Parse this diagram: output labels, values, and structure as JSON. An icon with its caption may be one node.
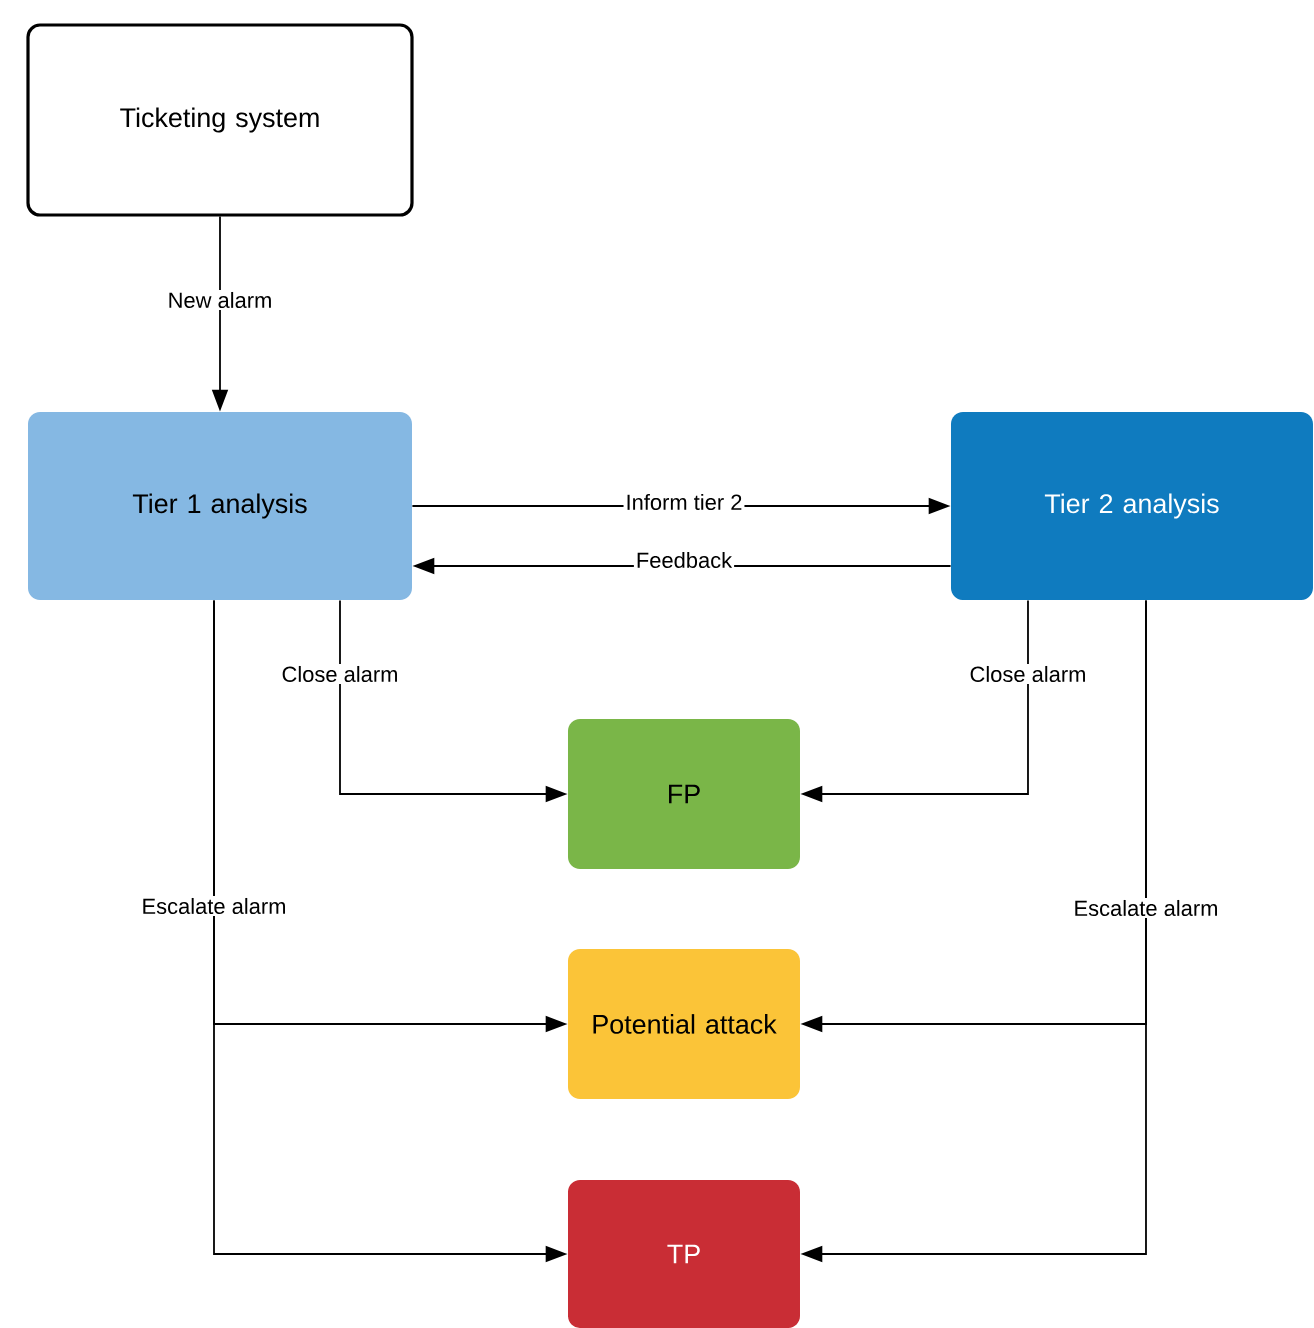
{
  "diagram": {
    "nodes": [
      {
        "text": [
          "Ticketing system"
        ]
      },
      {
        "text": [
          "Tier 1 analysis"
        ]
      },
      {
        "text": [
          "Tier 2 analysis"
        ]
      },
      {
        "text": [
          "FP"
        ]
      },
      {
        "text": [
          "Potential attack"
        ]
      },
      {
        "text": [
          "TP"
        ]
      }
    ],
    "edges": [
      {
        "from": 0,
        "to": 1,
        "arrow": "to",
        "label": "New alarm"
      },
      {
        "from": 1,
        "to": 2,
        "arrow": "to",
        "label": "Inform tier 2"
      },
      {
        "from": 2,
        "to": 1,
        "arrow": "to",
        "label": "Feedback"
      },
      {
        "from": 1,
        "to": 3,
        "arrow": "to",
        "label": "Close alarm"
      },
      {
        "from": 2,
        "to": 3,
        "arrow": "to",
        "label": "Close alarm"
      },
      {
        "from": 1,
        "to": 4,
        "arrow": "to",
        "label": "Escalate alarm"
      },
      {
        "from": 1,
        "to": 5,
        "arrow": "to"
      },
      {
        "from": 2,
        "to": 4,
        "arrow": "to",
        "label": "Escalate alarm"
      },
      {
        "from": 2,
        "to": 5,
        "arrow": "to"
      }
    ]
  }
}
